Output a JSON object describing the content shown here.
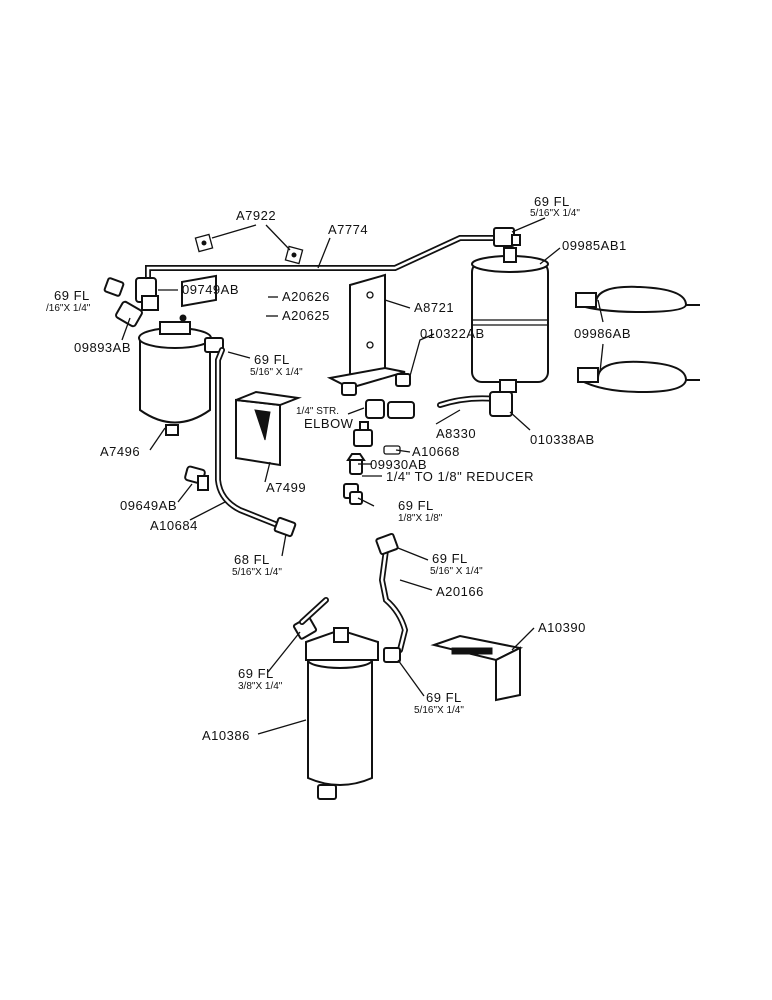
{
  "colors": {
    "ink": "#111111",
    "paper": "#ffffff"
  },
  "labels": {
    "a7922": "A7922",
    "a7774": "A7774",
    "fl69_top": "69 FL",
    "fl69_top_size": "5/16\"X 1/4\"",
    "p09985ab1": "09985AB1",
    "fl69_left": "69 FL",
    "fl69_left_size": "/16\"X 1/4\"",
    "p09749ab": "09749AB",
    "a20626": "A20626",
    "a20625": "A20625",
    "a8721": "A8721",
    "p010322ab": "010322AB",
    "p09986ab": "09986AB",
    "p09893ab": "09893AB",
    "fl69_mid": "69 FL",
    "fl69_mid_size": "5/16\" X 1/4\"",
    "elbow_1": "1/4\" STR.",
    "elbow_2": "ELBOW",
    "a8330": "A8330",
    "p010338ab": "010338AB",
    "a7496": "A7496",
    "a10668": "A10668",
    "p09930ab": "09930AB",
    "reducer": "1/4\" TO 1/8\" REDUCER",
    "a7499": "A7499",
    "fl69_small": "69 FL",
    "fl69_small_size": "1/8\"X 1/8\"",
    "p09649ab": "09649AB",
    "a10684": "A10684",
    "fl68": "68 FL",
    "fl68_size": "5/16\"X 1/4\"",
    "fl69_r": "69 FL",
    "fl69_r_size": "5/16\" X 1/4\"",
    "a20166": "A20166",
    "a10390": "A10390",
    "fl69_low": "69 FL",
    "fl69_low_size": "3/8\"X 1/4\"",
    "fl69_low2": "69 FL",
    "fl69_low2_size": "5/16\"X 1/4\"",
    "a10386": "A10386"
  }
}
